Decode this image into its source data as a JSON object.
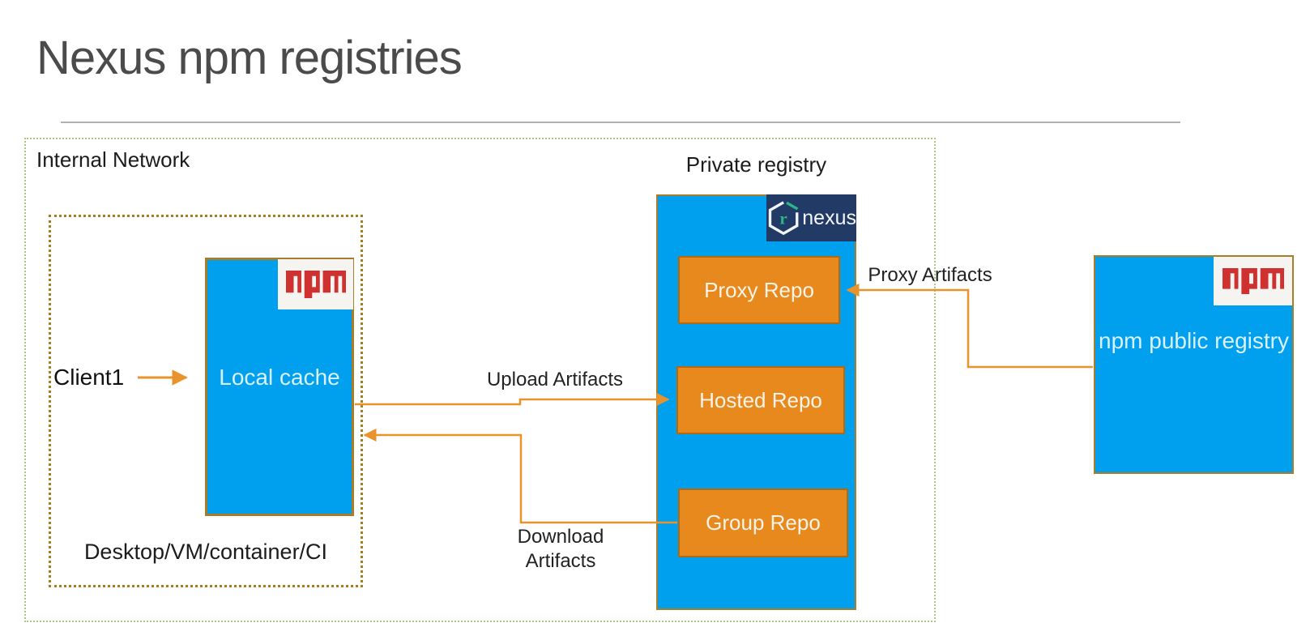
{
  "title": "Nexus npm registries",
  "internal_network": {
    "label": "Internal Network",
    "client": {
      "label": "Client1"
    },
    "desktop_group": {
      "label": "Desktop/VM/container/CI",
      "local_cache": {
        "label": "Local cache",
        "logo": "npm-logo"
      }
    }
  },
  "private_registry": {
    "label": "Private registry",
    "logo": "nexus-logo",
    "logo_text": "nexus",
    "repos": [
      {
        "label": "Proxy Repo"
      },
      {
        "label": "Hosted Repo"
      },
      {
        "label": "Group Repo"
      }
    ]
  },
  "public_registry": {
    "label": "npm public registry",
    "logo": "npm-logo"
  },
  "flows": {
    "upload": {
      "label": "Upload Artifacts",
      "from": "Local cache",
      "to": "Hosted Repo"
    },
    "download": {
      "label": "Download Artifacts",
      "from": "Group Repo",
      "to": "Local cache"
    },
    "proxy": {
      "label": "Proxy Artifacts",
      "from": "npm public registry",
      "to": "Proxy Repo"
    }
  },
  "colors": {
    "node_blue": "#00a0ee",
    "repo_orange": "#e8891d",
    "wire_orange": "#e8932c",
    "node_border": "#a87d2a",
    "internal_border_green": "#a8c87e",
    "desktop_border_gold": "#a87d1e",
    "nexus_navy": "#223a66",
    "nexus_green": "#2bb589",
    "npm_red": "#ce312f",
    "title_gray": "#4b4b4b"
  }
}
